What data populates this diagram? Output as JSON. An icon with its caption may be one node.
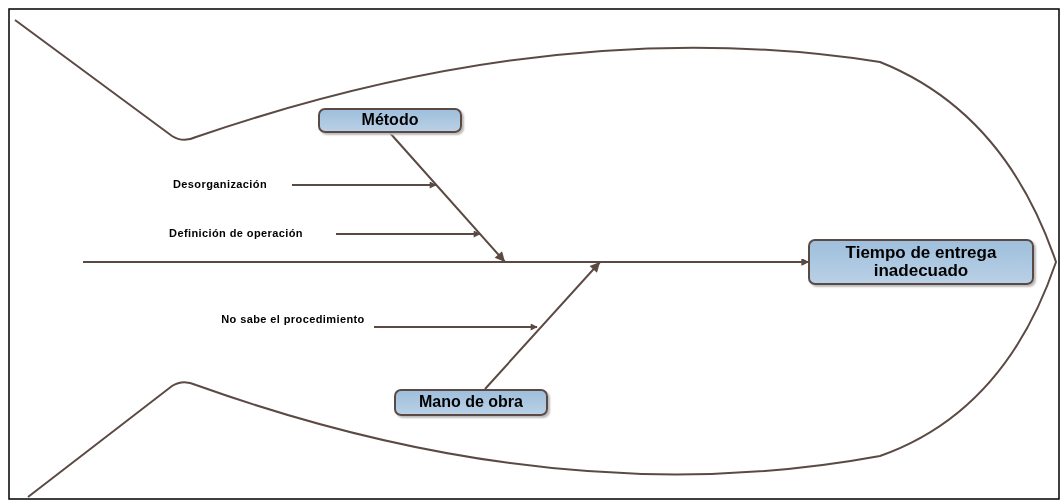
{
  "diagram": {
    "nodes": [
      {
        "text": [
          "Método"
        ]
      },
      {
        "text": [
          "Desorganización"
        ]
      },
      {
        "text": [
          "Definición de operación"
        ]
      },
      {
        "text": [
          "Tiempo de entrega inadecuado"
        ]
      },
      {
        "text": [
          "No sabe el procedimiento"
        ]
      },
      {
        "text": [
          "Mano de obra"
        ]
      }
    ],
    "edges": [
      {
        "from": null,
        "to": 3,
        "arrow": "to"
      },
      {
        "from": 0,
        "to": 3,
        "arrow": "to"
      },
      {
        "from": 1,
        "to": null,
        "arrow": "to"
      },
      {
        "from": 2,
        "to": null,
        "arrow": "to"
      },
      {
        "from": 4,
        "to": null,
        "arrow": "to"
      },
      {
        "from": 5,
        "to": 3,
        "arrow": "to"
      }
    ]
  }
}
